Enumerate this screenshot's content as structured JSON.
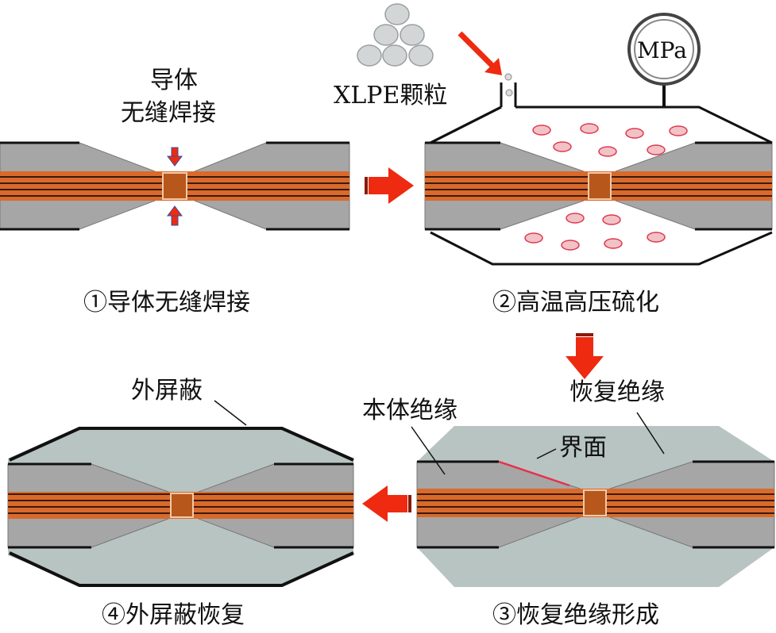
{
  "panel1": {
    "label_line1": "导体",
    "label_line2": "无缝焊接",
    "caption": "①导体无缝焊接"
  },
  "panel2": {
    "pellet_label": "XLPE颗粒",
    "gauge_label": "MPa",
    "caption": "②高温高压硫化"
  },
  "panel3": {
    "label_body": "本体绝缘",
    "label_restored": "恢复绝缘",
    "label_interface": "界面",
    "caption": "③恢复绝缘形成"
  },
  "panel4": {
    "label_shield": "外屏蔽",
    "caption": "④外屏蔽恢复"
  },
  "colors": {
    "insulation": "#a6a6a6",
    "restored_insulation": "#b8c4c2",
    "conductor": "#d96a2b",
    "weld": "#b8571c",
    "arrow_red": "#ee2a10",
    "interface_line": "#e8304a"
  }
}
